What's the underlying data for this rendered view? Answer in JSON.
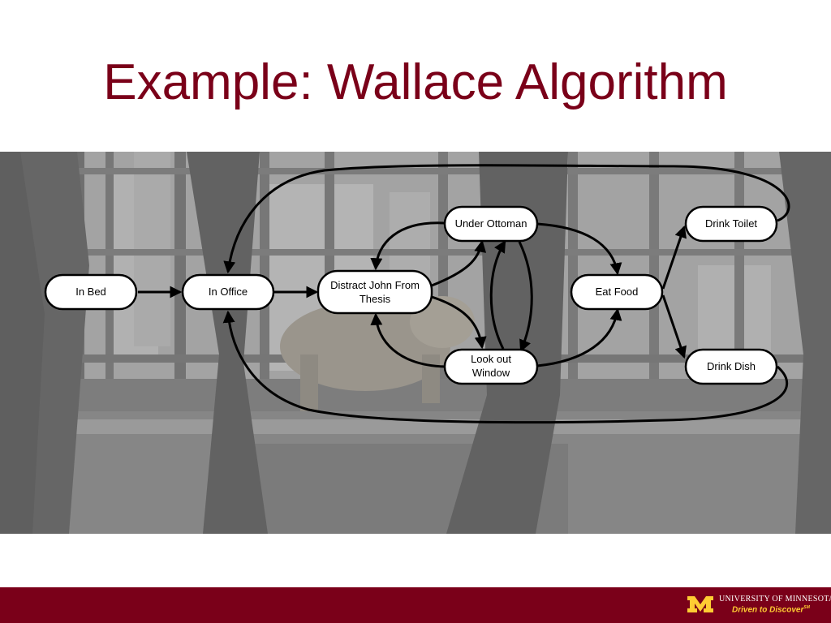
{
  "slide": {
    "title": "Example: Wallace Algorithm"
  },
  "diagram": {
    "nodes": [
      {
        "id": "in_bed",
        "label_lines": [
          "In Bed"
        ]
      },
      {
        "id": "in_office",
        "label_lines": [
          "In Office"
        ]
      },
      {
        "id": "distract",
        "label_lines": [
          "Distract John From",
          "Thesis"
        ]
      },
      {
        "id": "under_ottoman",
        "label_lines": [
          "Under Ottoman"
        ]
      },
      {
        "id": "look_out",
        "label_lines": [
          "Look out",
          "Window"
        ]
      },
      {
        "id": "eat_food",
        "label_lines": [
          "Eat Food"
        ]
      },
      {
        "id": "drink_toilet",
        "label_lines": [
          "Drink Toilet"
        ]
      },
      {
        "id": "drink_dish",
        "label_lines": [
          "Drink Dish"
        ]
      }
    ],
    "edges": [
      {
        "from": "in_bed",
        "to": "in_office"
      },
      {
        "from": "in_office",
        "to": "distract"
      },
      {
        "from": "distract",
        "to": "under_ottoman"
      },
      {
        "from": "distract",
        "to": "look_out"
      },
      {
        "from": "under_ottoman",
        "to": "distract"
      },
      {
        "from": "look_out",
        "to": "distract"
      },
      {
        "from": "under_ottoman",
        "to": "look_out"
      },
      {
        "from": "look_out",
        "to": "under_ottoman"
      },
      {
        "from": "under_ottoman",
        "to": "eat_food"
      },
      {
        "from": "look_out",
        "to": "eat_food"
      },
      {
        "from": "eat_food",
        "to": "drink_toilet"
      },
      {
        "from": "eat_food",
        "to": "drink_dish"
      },
      {
        "from": "drink_toilet",
        "to": "in_office"
      },
      {
        "from": "drink_dish",
        "to": "in_office"
      }
    ]
  },
  "footer": {
    "university": "UNIVERSITY OF MINNESOTA",
    "tagline": "Driven to Discover",
    "tagline_mark": "SM",
    "colors": {
      "maroon": "#7a0019",
      "gold": "#ffcc33"
    }
  }
}
